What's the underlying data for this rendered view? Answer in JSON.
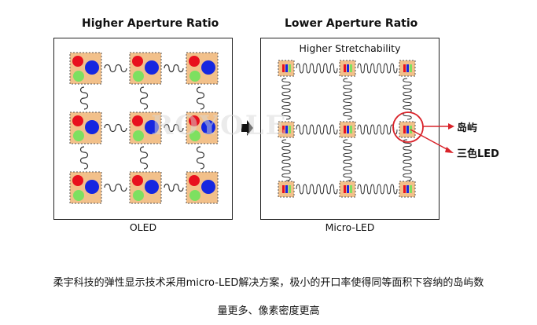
{
  "left_title": "Higher Aperture Ratio",
  "right_title": "Lower Aperture Ratio",
  "right_subtitle": "Higher Stretchability",
  "left_caption": "OLED",
  "right_caption": "Micro-LED",
  "callout_island": "岛屿",
  "callout_rgb_led": "三色LED",
  "watermark": "ROYOLE",
  "description_line1": "柔宇科技的弹性显示技术采用micro-LED解决方案，极小的开口率使得同等面积下容纳的岛屿数",
  "description_line2": "量更多、像素密度更高",
  "colors": {
    "island_fill": "#f2c08a",
    "red": "#e8101e",
    "blue": "#1627e0",
    "green": "#7de060",
    "callout_red": "#d9232a",
    "border": "#222222"
  },
  "icons": [
    "arrow-right-icon"
  ]
}
